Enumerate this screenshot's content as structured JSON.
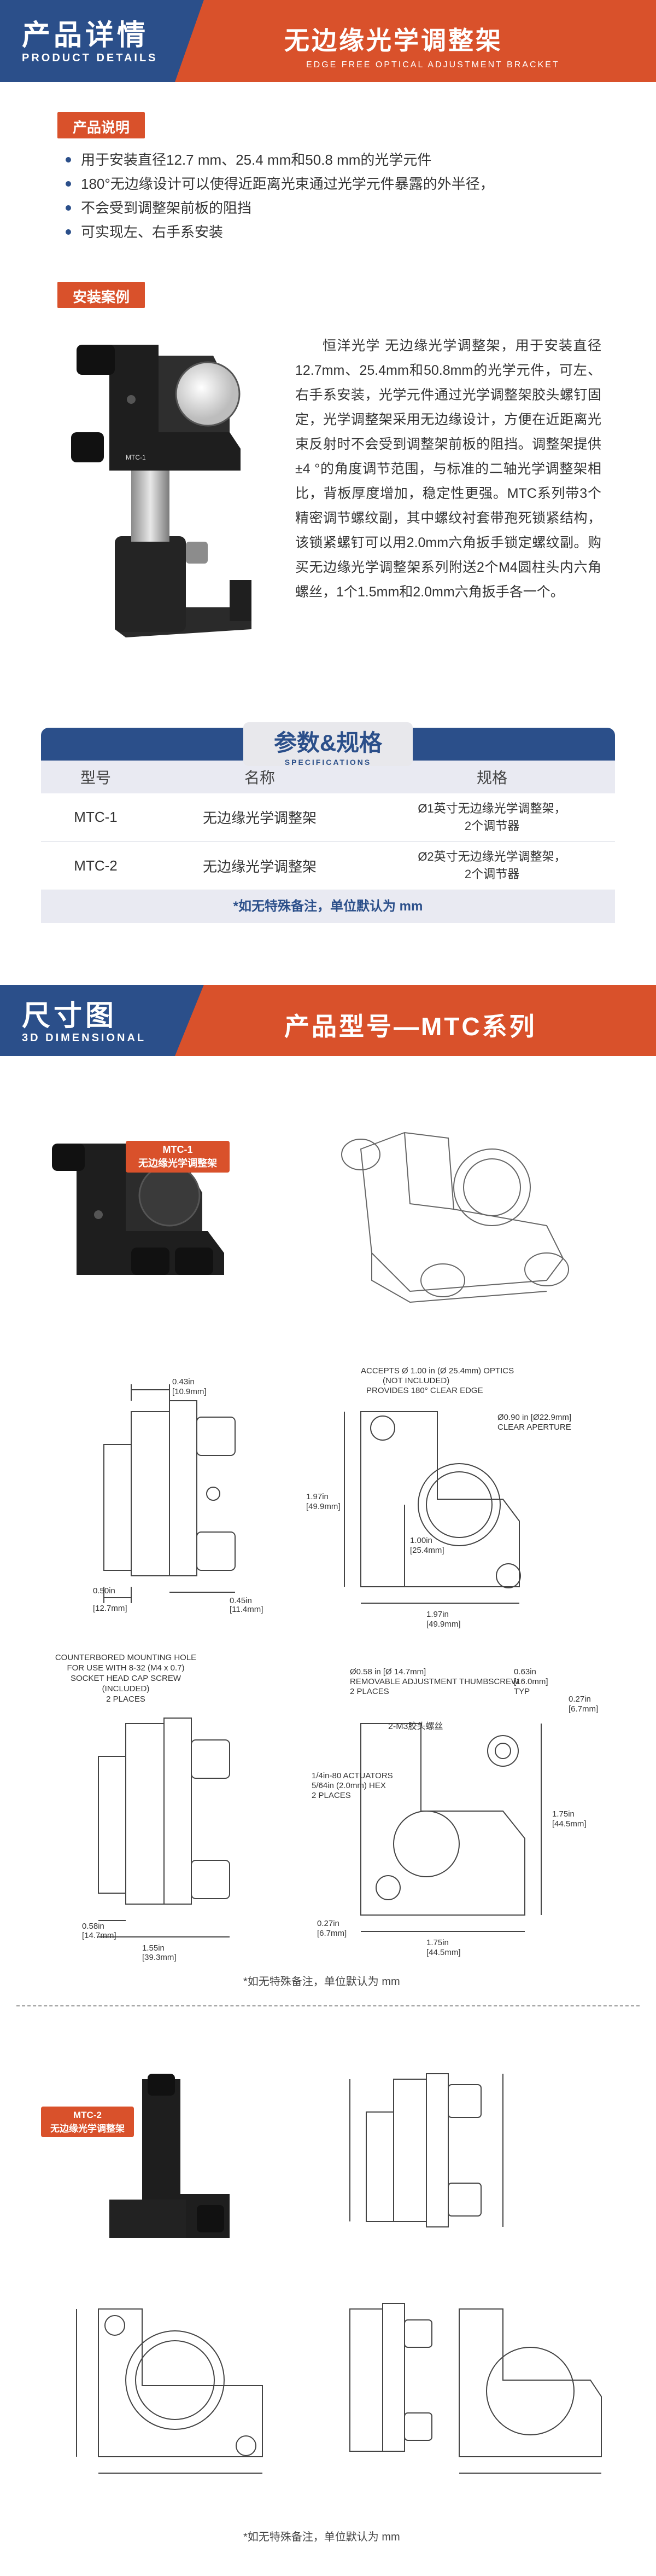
{
  "banner1": {
    "title_cn": "产品详情",
    "title_en": "PRODUCT DETAILS",
    "right_title": "无边缘光学调整架",
    "right_sub": "EDGE FREE OPTICAL ADJUSTMENT BRACKET"
  },
  "intro": {
    "tag": "产品说明",
    "bullets": [
      "用于安装直径12.7 mm、25.4 mm和50.8 mm的光学元件",
      "180°无边缘设计可以使得近距离光束通过光学元件暴露的外半径，",
      "不会受到调整架前板的阻挡",
      "可实现左、右手系安装"
    ]
  },
  "case": {
    "tag": "安装案例",
    "text": "恒洋光学 无边缘光学调整架，用于安装直径12.7mm、25.4mm和50.8mm的光学元件，可左、右手系安装，光学元件通过光学调整架胶头螺钉固定，光学调整架采用无边缘设计，方便在近距离光束反射时不会受到调整架前板的阻挡。调整架提供±4 °的角度调节范围，与标准的二轴光学调整架相比，背板厚度增加，稳定性更强。MTC系列带3个精密调节螺纹副，其中螺纹衬套带孢死锁紧结构，该锁紧螺钉可以用2.0mm六角扳手锁定螺纹副。购买无边缘光学调整架系列附送2个M4圆柱头内六角螺丝，1个1.5mm和2.0mm六角扳手各一个。"
  },
  "spec": {
    "title_cn": "参数&规格",
    "title_en": "SPECIFICATIONS",
    "headers": [
      "型号",
      "名称",
      "规格"
    ],
    "rows": [
      {
        "model": "MTC-1",
        "name": "无边缘光学调整架",
        "spec1": "Ø1英寸无边缘光学调整架，",
        "spec2": "2个调节器"
      },
      {
        "model": "MTC-2",
        "name": "无边缘光学调整架",
        "spec1": "Ø2英寸无边缘光学调整架，",
        "spec2": "2个调节器"
      }
    ],
    "note": "*如无特殊备注，单位默认为 mm"
  },
  "banner2": {
    "title_cn": "尺寸图",
    "title_en": "3D DIMENSIONAL",
    "right_title": "产品型号—MTC系列"
  },
  "mtc1": {
    "label1": "MTC-1",
    "label2": "无边缘光学调整架",
    "dims": {
      "d1": "0.43in",
      "d1b": "[10.9mm]",
      "d2": "ACCEPTS Ø 1.00 in (Ø 25.4mm) OPTICS",
      "d2b": "(NOT INCLUDED)",
      "d2c": "PROVIDES 180° CLEAR EDGE",
      "d3": "Ø0.90 in [Ø22.9mm]",
      "d3b": "CLEAR APERTURE",
      "d4": "1.97in",
      "d4b": "[49.9mm]",
      "d5": "1.00in",
      "d5b": "[25.4mm]",
      "d6": "0.50in",
      "d6b": "[12.7mm]",
      "d7": "0.45in",
      "d7b": "[11.4mm]",
      "d8": "COUNTERBORED MOUNTING HOLE",
      "d8b": "FOR USE WITH 8-32 (M4 x 0.7)",
      "d8c": "SOCKET HEAD CAP SCREW",
      "d8d": "(INCLUDED)",
      "d8e": "2 PLACES",
      "d9": "Ø0.58 in [Ø 14.7mm]",
      "d9b": "REMOVABLE ADJUSTMENT THUMBSCREW",
      "d9c": "2 PLACES",
      "d10": "0.63in",
      "d10b": "[16.0mm]",
      "d10c": "TYP",
      "d11": "0.27in",
      "d11b": "[6.7mm]",
      "d12": "2-M3胶头螺丝",
      "d13": "1/4in-80 ACTUATORS",
      "d13b": "5/64in (2.0mm) HEX",
      "d13c": "2 PLACES",
      "d14": "1.75in",
      "d14b": "[44.5mm]",
      "d15": "0.58in",
      "d15b": "[14.7mm]",
      "d16": "1.55in",
      "d16b": "[39.3mm]"
    },
    "caption": "*如无特殊备注，单位默认为 mm"
  },
  "mtc2": {
    "label1": "MTC-2",
    "label2": "无边缘光学调整架",
    "caption": "*如无特殊备注，单位默认为 mm"
  },
  "colors": {
    "brand_blue": "#2b4f8a",
    "brand_orange": "#d9512b"
  }
}
